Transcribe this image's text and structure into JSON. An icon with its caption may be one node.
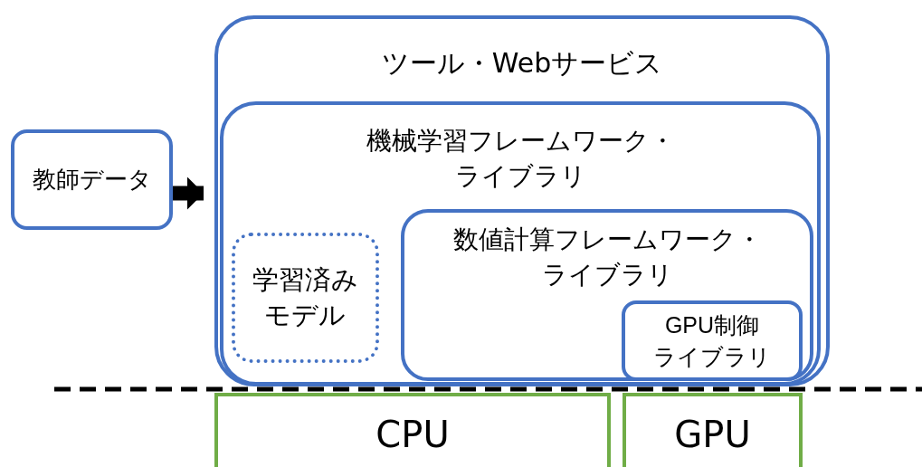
{
  "diagram": {
    "nodes": [
      {
        "text": [
          "ツール・Webサービス"
        ]
      },
      {
        "text": [
          "機械学習フレームワーク・ライブラリ"
        ],
        "in": 0
      },
      {
        "text": [
          "学習済みモデル"
        ],
        "in": 1
      },
      {
        "text": [
          "数値計算フレームワーク・ライブラリ"
        ],
        "in": 1
      },
      {
        "text": [
          "GPU制御ライブラリ"
        ],
        "in": 3
      },
      {
        "text": [
          "教師データ"
        ]
      },
      {
        "text": [
          "CPU"
        ]
      },
      {
        "text": [
          "GPU"
        ]
      }
    ],
    "edges": [
      {
        "from": 5,
        "to": 1,
        "arrow": "to"
      }
    ]
  }
}
